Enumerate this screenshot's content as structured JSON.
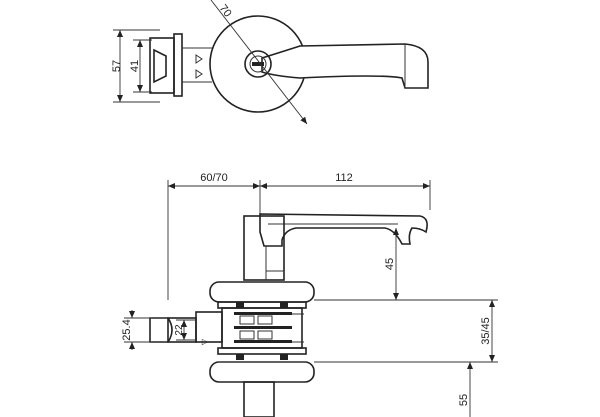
{
  "top_view": {
    "diameter_label": "70",
    "overall_height_label": "57",
    "inner_height_label": "41"
  },
  "side_view": {
    "backset_label": "60/70",
    "lever_length_label": "112",
    "lever_height_label": "45",
    "latch_height_label": "25.4",
    "latch_width_label": "22",
    "door_thickness_label": "35/45",
    "rose_offset_label": "55",
    "direction_mark": "▽"
  },
  "colors": {
    "line": "#222222",
    "background": "#ffffff"
  }
}
